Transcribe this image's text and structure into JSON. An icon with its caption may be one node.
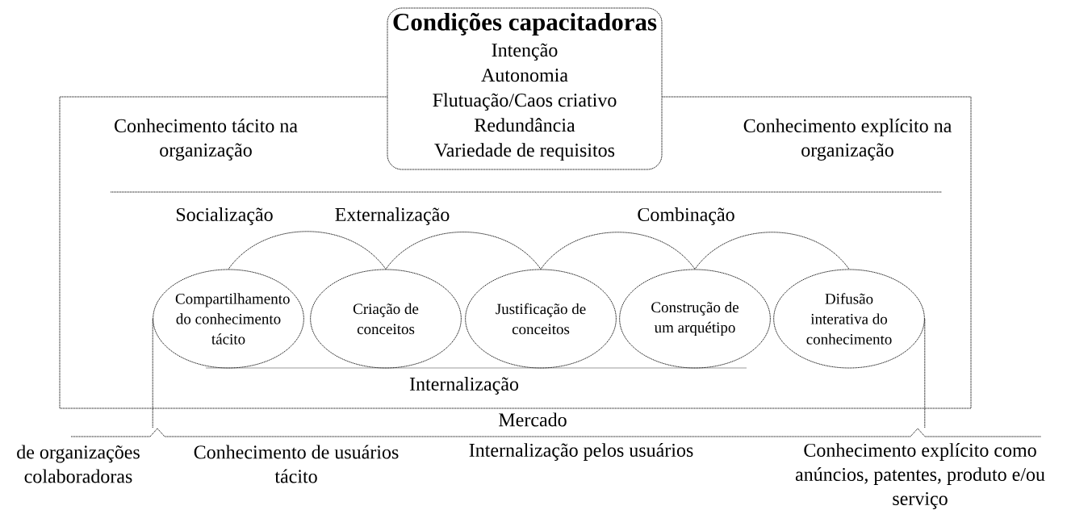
{
  "diagram": {
    "nodes": [
      {
        "text": [
          "Condições capacitadoras",
          "Intenção",
          "Autonomia",
          "Flutuação/Caos criativo",
          "Redundância",
          "Variedade de requisitos"
        ]
      },
      {
        "text": [
          "Conhecimento tácito na organização",
          "Conhecimento explícito na organização",
          "Socialização",
          "Externalização",
          "Combinação",
          "Internalização"
        ]
      },
      {
        "text": [
          "Compartilhamento do conhecimento tácito"
        ],
        "in": 1
      },
      {
        "text": [
          "Criação de conceitos"
        ],
        "in": 1
      },
      {
        "text": [
          "Justificação de conceitos"
        ],
        "in": 1
      },
      {
        "text": [
          "Construção de um arquétipo"
        ],
        "in": 1
      },
      {
        "text": [
          "Difusão interativa do conhecimento"
        ],
        "in": 1
      }
    ],
    "edges": [
      {
        "from": 2,
        "to": 3,
        "arrow": "none"
      },
      {
        "from": 3,
        "to": 4,
        "arrow": "none"
      },
      {
        "from": 4,
        "to": 5,
        "arrow": "none"
      },
      {
        "from": 5,
        "to": 6,
        "arrow": "none"
      },
      {
        "from": 2,
        "to": null,
        "arrow": "none"
      },
      {
        "from": 6,
        "to": null,
        "arrow": "none"
      }
    ],
    "labels": [
      "Mercado",
      "de organizações colaboradoras",
      "Conhecimento de usuários tácito",
      "Internalização pelos usuários",
      "Conhecimento explícito como anúncios, patentes, produto e/ou serviço"
    ]
  }
}
